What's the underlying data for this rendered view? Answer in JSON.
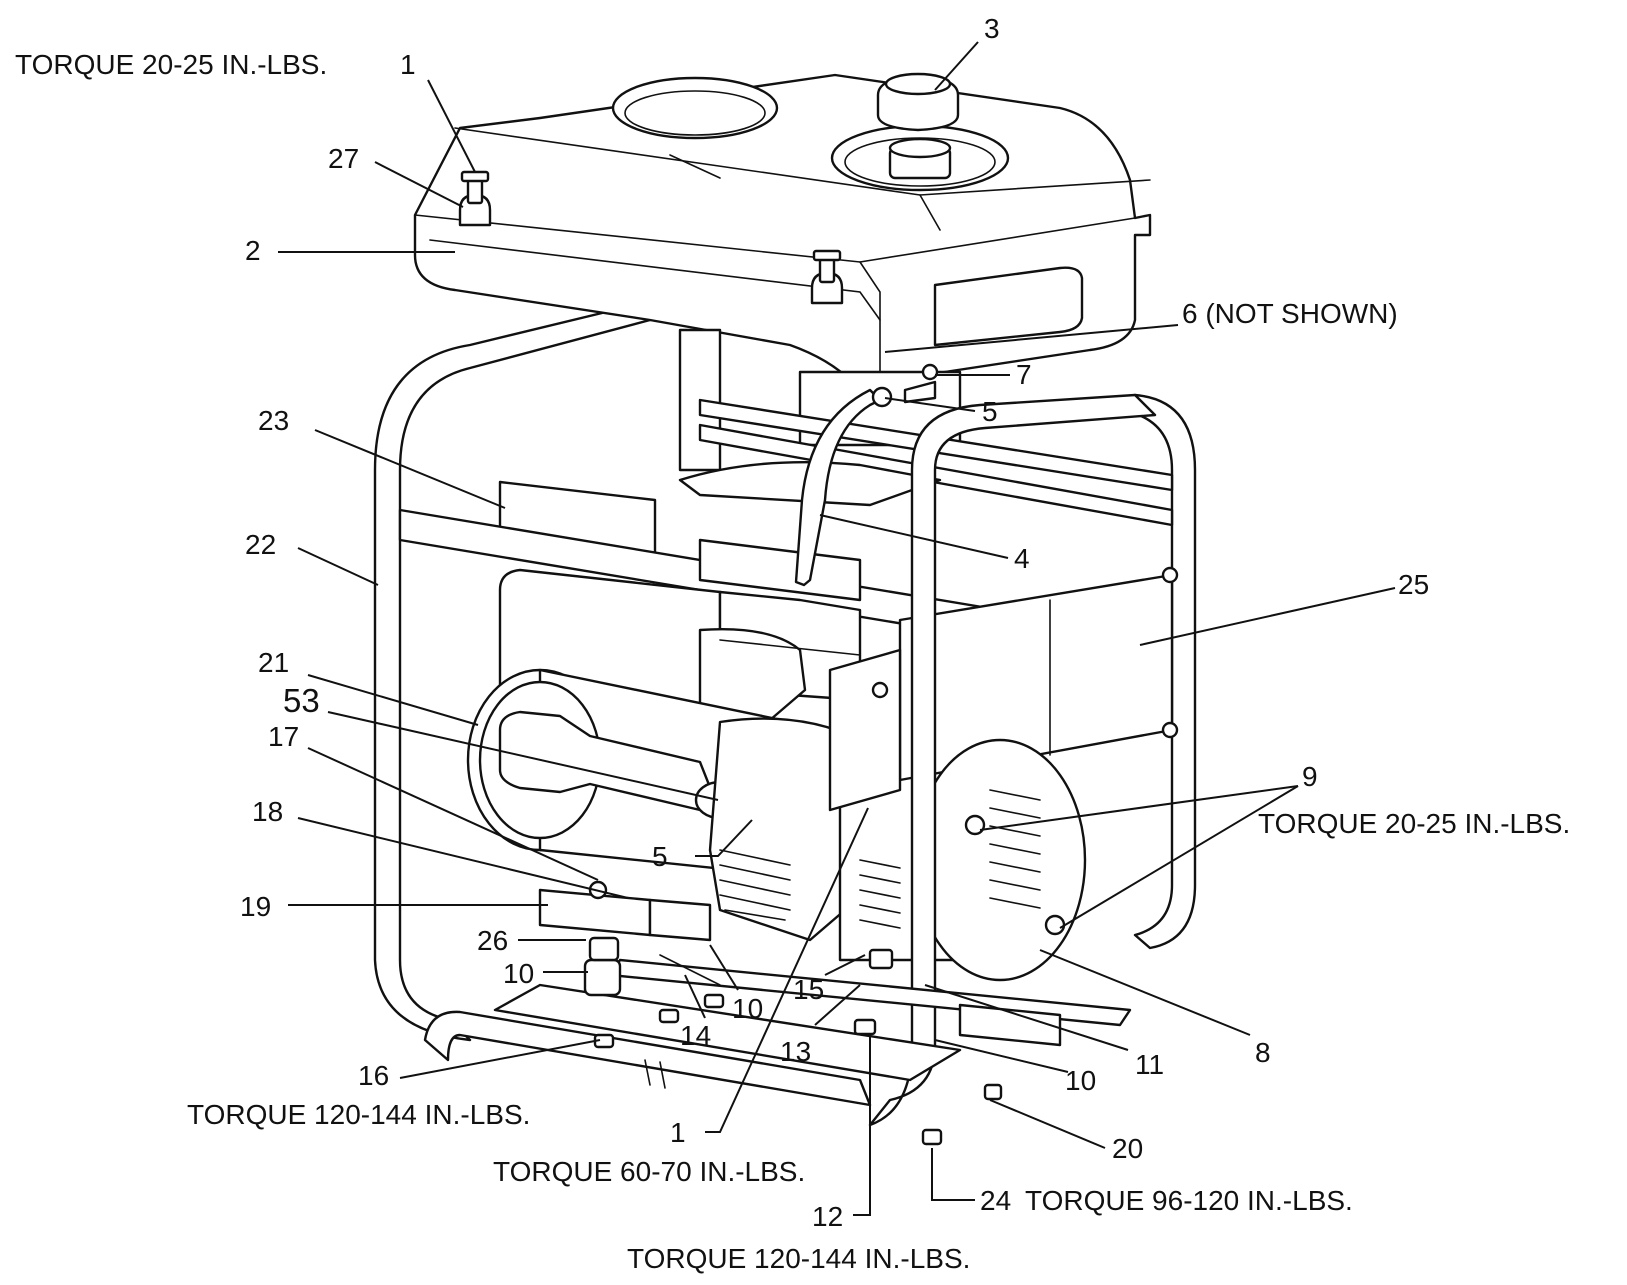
{
  "callouts": {
    "torque_top": "TORQUE 20-25 IN.-LBS.",
    "c1_top": "1",
    "c3": "3",
    "c27": "27",
    "c2": "2",
    "c6": "6 (NOT SHOWN)",
    "c7": "7",
    "c5_upper": "5",
    "c23": "23",
    "c22": "22",
    "c4": "4",
    "c25": "25",
    "c21": "21",
    "c53": "53",
    "c17": "17",
    "c9": "9",
    "torque_9": "TORQUE 20-25 IN.-LBS.",
    "c18": "18",
    "c5_lower": "5",
    "c19": "19",
    "c26": "26",
    "c10_a": "10",
    "c15": "15",
    "c10_b": "10",
    "c8": "8",
    "c14": "14",
    "c13": "13",
    "c11": "11",
    "c16": "16",
    "c10_c": "10",
    "torque_16": "TORQUE 120-144 IN.-LBS.",
    "c1_bottom": "1",
    "c20": "20",
    "torque_1": "TORQUE 60-70 IN.-LBS.",
    "c24": "24",
    "torque_24": "TORQUE 96-120 IN.-LBS.",
    "c12": "12",
    "torque_12": "TORQUE 120-144 IN.-LBS."
  },
  "icons": [
    "generator-frame",
    "fuel-tank",
    "fuel-cap",
    "engine",
    "alternator",
    "control-panel"
  ]
}
